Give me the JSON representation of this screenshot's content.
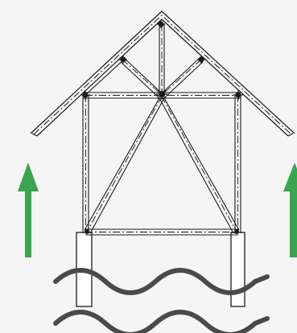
{
  "diagram": {
    "subject": "stilt-house-truss-frame",
    "colors": {
      "background": "#f5f5f5",
      "frame_stroke": "#1a1a1a",
      "arrow_fill": "#3aa44f",
      "water_stroke": "#4a4a4a"
    },
    "elements": {
      "arrows": 2,
      "water_waves": 2,
      "stilts": 2
    }
  }
}
